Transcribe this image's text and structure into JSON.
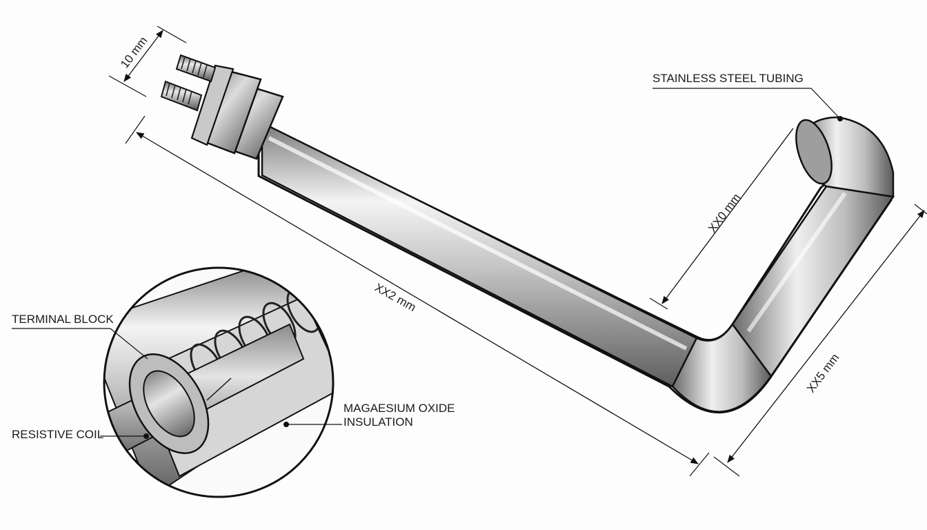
{
  "labels": {
    "stainless_steel_tubing": "STAINLESS STEEL TUBING",
    "terminal_block": "TERMINAL BLOCK",
    "resistive_coil": "RESISTIVE COIL",
    "insulation_line1": "MAGAESIUM OXIDE",
    "insulation_line2": "INSULATION"
  },
  "dimensions": {
    "terminal_width": "10 mm",
    "main_length": "XX2 mm",
    "bend_leg": "XX0 mm",
    "return_leg": "XX5 mm"
  },
  "colors": {
    "outline": "#111111",
    "metal_light": "#f2f2f2",
    "metal_mid": "#b5b5b5",
    "metal_dark": "#6e6e6e"
  }
}
